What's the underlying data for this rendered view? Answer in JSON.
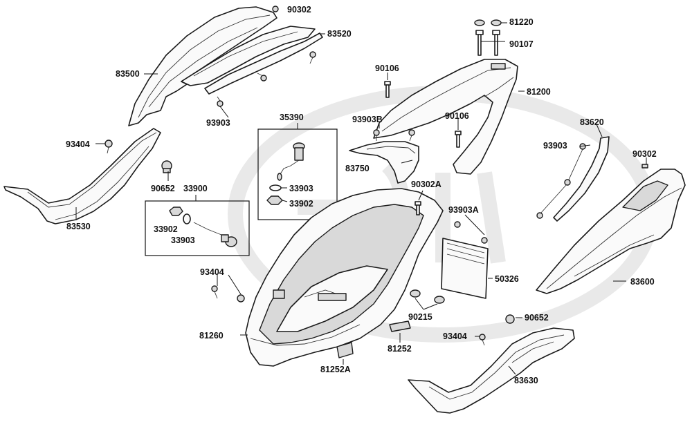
{
  "diagram": {
    "watermark": "kymco",
    "labels": {
      "l90302_top": "90302",
      "l83520": "83520",
      "l83500": "83500",
      "l93903_a": "93903",
      "l93404_a": "93404",
      "l90652_a": "90652",
      "l83530": "83530",
      "l35390": "35390",
      "l33903_a": "33903",
      "l33902_a": "33902",
      "l33900": "33900",
      "l33902_b": "33902",
      "l33903_b": "33903",
      "l81220": "81220",
      "l90107": "90107",
      "l90106_a": "90106",
      "l81200": "81200",
      "l93903B": "93903B",
      "l90106_b": "90106",
      "l83620": "83620",
      "l93903_b": "93903",
      "l90302_right": "90302",
      "l83750": "83750",
      "l90302A": "90302A",
      "l93903A": "93903A",
      "l50326": "50326",
      "l83600": "83600",
      "l93404_b": "93404",
      "l81260": "81260",
      "l90215": "90215",
      "l81252": "81252",
      "l81252A": "81252A",
      "l90652_b": "90652",
      "l93404_c": "93404",
      "l83630": "83630"
    }
  }
}
